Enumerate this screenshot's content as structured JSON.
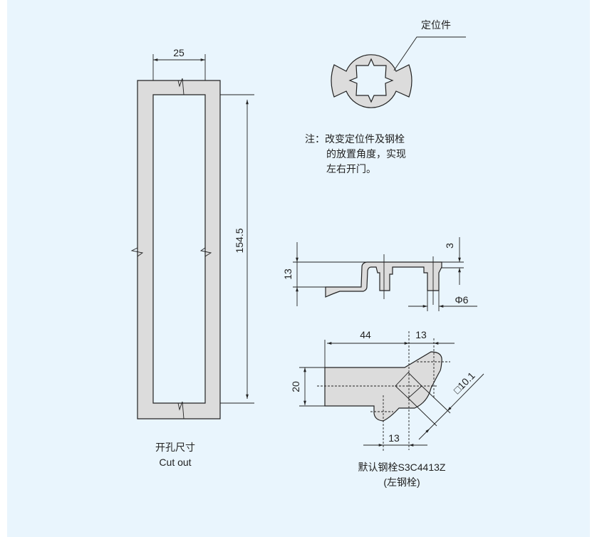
{
  "background_color": "#e9f5fd",
  "part_fill": "#dcdcdc",
  "cutout": {
    "dim_width": "25",
    "dim_height": "154.5",
    "caption_cn": "开孔尺寸",
    "caption_en": "Cut out"
  },
  "positioner": {
    "label": "定位件",
    "note_lines": [
      "注：改变定位件及钢栓",
      "的放置角度，实现",
      "左右开门。"
    ]
  },
  "side_view": {
    "dim_height": "13",
    "dim_top": "3",
    "dim_diameter": "Φ6"
  },
  "bolt": {
    "dim_length": "44",
    "dim_offset_top": "13",
    "dim_width": "20",
    "dim_offset_bottom": "13",
    "dim_square": "□10.1",
    "caption_model": "默认钢栓S3C4413Z",
    "caption_side": "(左钢栓)"
  }
}
